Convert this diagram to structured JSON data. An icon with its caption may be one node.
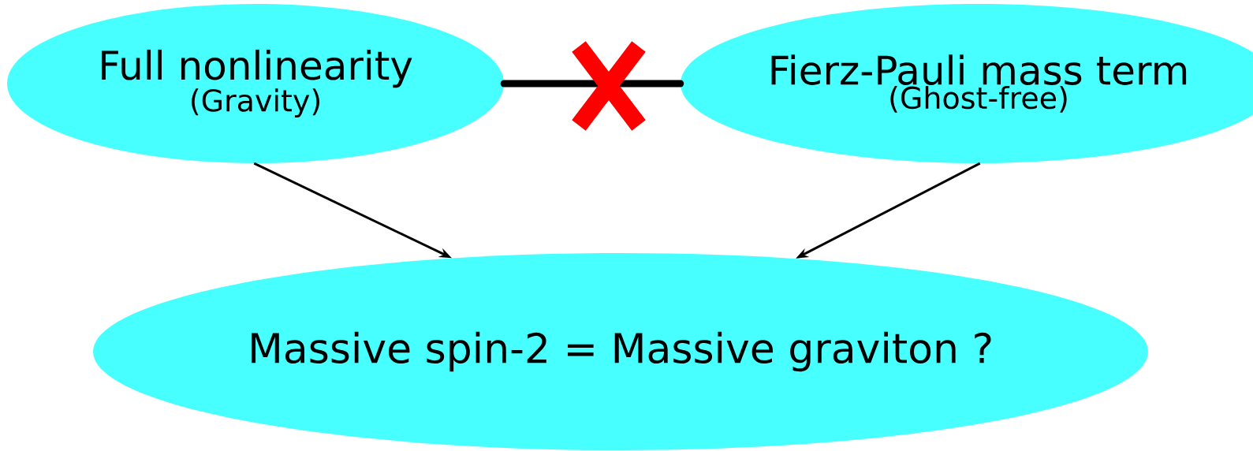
{
  "diagram": {
    "nodes": [
      {
        "text": [
          "Full nonlinearity",
          "(Gravity)"
        ]
      },
      {
        "text": [
          "Fierz-Pauli mass term",
          "(Ghost-free)"
        ]
      },
      {
        "text": [
          "Massive spin-2 = Massive graviton ?"
        ]
      }
    ],
    "edges": [
      {
        "from": 0,
        "to": 1,
        "arrow": "none",
        "style": "thick"
      },
      {
        "from": 0,
        "to": 2,
        "arrow": "to"
      },
      {
        "from": 1,
        "to": 2,
        "arrow": "to"
      }
    ]
  }
}
